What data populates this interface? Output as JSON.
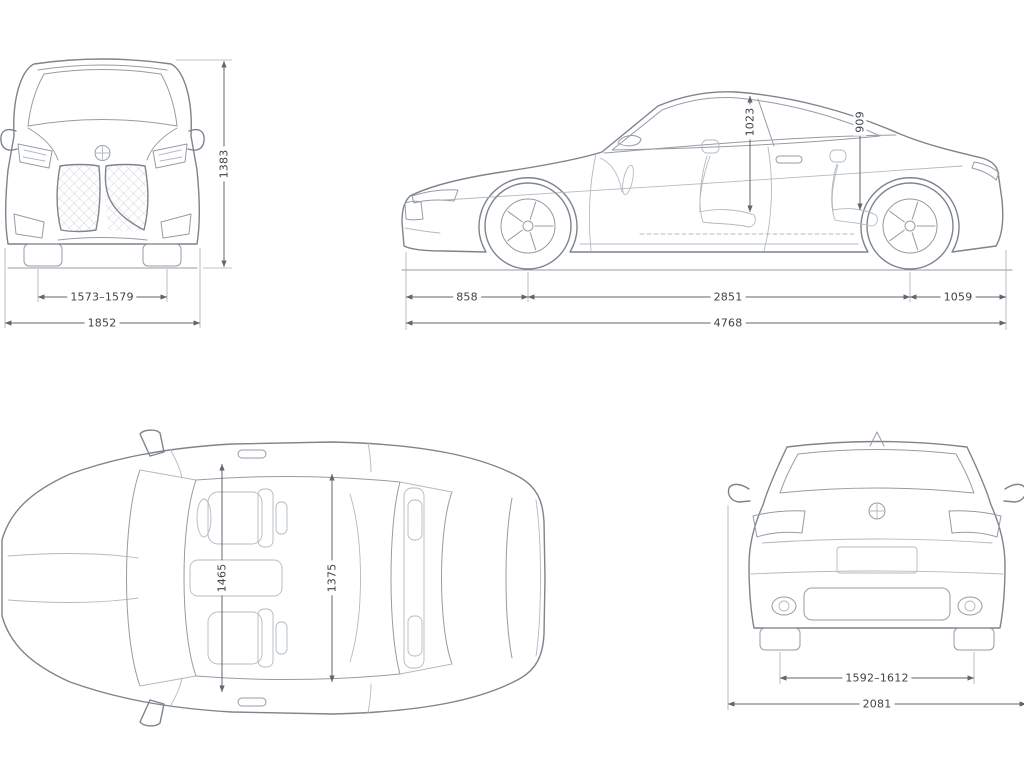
{
  "colors": {
    "background": "#ffffff",
    "body_line": "#7d848d",
    "detail_line": "#959ca4",
    "interior_line": "#b3bac1",
    "extension_line": "#a8aeb5",
    "dimension_line": "#5f666e",
    "label_text": "#3d434a"
  },
  "icons": {
    "bmw_roundel": "circular emblem with quartered center",
    "antenna_fin": "small triangular roof antenna"
  },
  "views": {
    "front": {
      "height": "1383",
      "track_width": "1573–1579",
      "overall_width": "1852"
    },
    "side": {
      "front_headroom": "1023",
      "rear_headroom": "909",
      "front_overhang": "858",
      "wheelbase": "2851",
      "rear_overhang": "1059",
      "overall_length": "4768"
    },
    "top": {
      "front_interior_width": "1465",
      "rear_interior_width": "1375"
    },
    "rear": {
      "track_width": "1592–1612",
      "overall_width_mirrors": "2081"
    }
  }
}
